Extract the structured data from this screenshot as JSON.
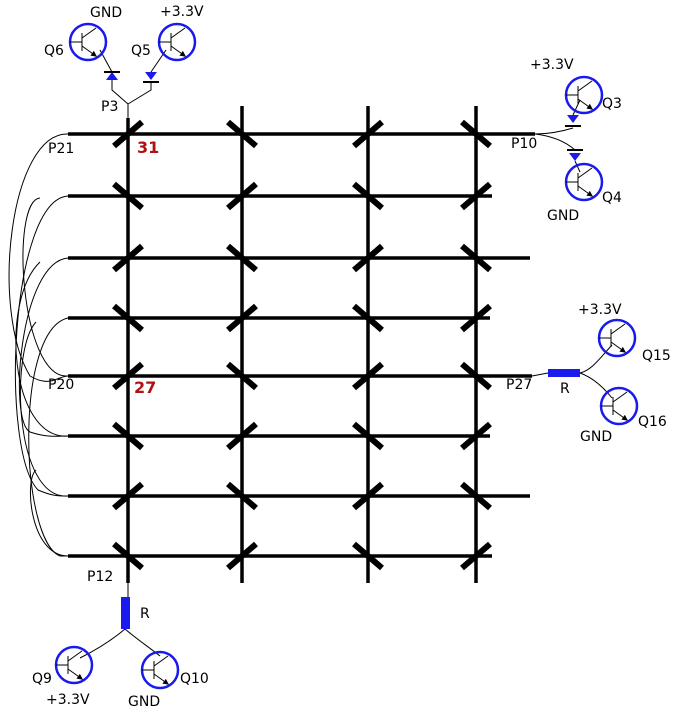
{
  "grid": {
    "rows": 8,
    "cols": 4
  },
  "transistors": [
    {
      "id": "Q6",
      "label": "Q6",
      "rail": "GND",
      "label_side": "left",
      "rail_side": "top"
    },
    {
      "id": "Q5",
      "label": "Q5",
      "rail": "+3.3V",
      "label_side": "left",
      "rail_side": "top"
    },
    {
      "id": "Q3",
      "label": "Q3",
      "rail": "+3.3V",
      "label_side": "right",
      "rail_side": "top"
    },
    {
      "id": "Q4",
      "label": "Q4",
      "rail": "GND",
      "label_side": "right",
      "rail_side": "bottom"
    },
    {
      "id": "Q15",
      "label": "Q15",
      "rail": "+3.3V",
      "label_side": "right",
      "rail_side": "top"
    },
    {
      "id": "Q16",
      "label": "Q16",
      "rail": "GND",
      "label_side": "right",
      "rail_side": "bottom"
    },
    {
      "id": "Q9",
      "label": "Q9",
      "rail": "+3.3V",
      "label_side": "left",
      "rail_side": "bottom"
    },
    {
      "id": "Q10",
      "label": "Q10",
      "rail": "GND",
      "label_side": "right",
      "rail_side": "bottom"
    }
  ],
  "pins": {
    "p3": "P3",
    "p21": "P21",
    "p10": "P10",
    "p20": "P20",
    "p27": "P27",
    "p12": "P12"
  },
  "led_numbers": {
    "top_left": "31",
    "row5_left": "27"
  },
  "resistors": {
    "right": "R",
    "bottom": "R"
  },
  "colors": {
    "transistor_ring": "#1a1aee",
    "resistor": "#1a1aee",
    "number": "#b01212",
    "line": "#000000"
  }
}
